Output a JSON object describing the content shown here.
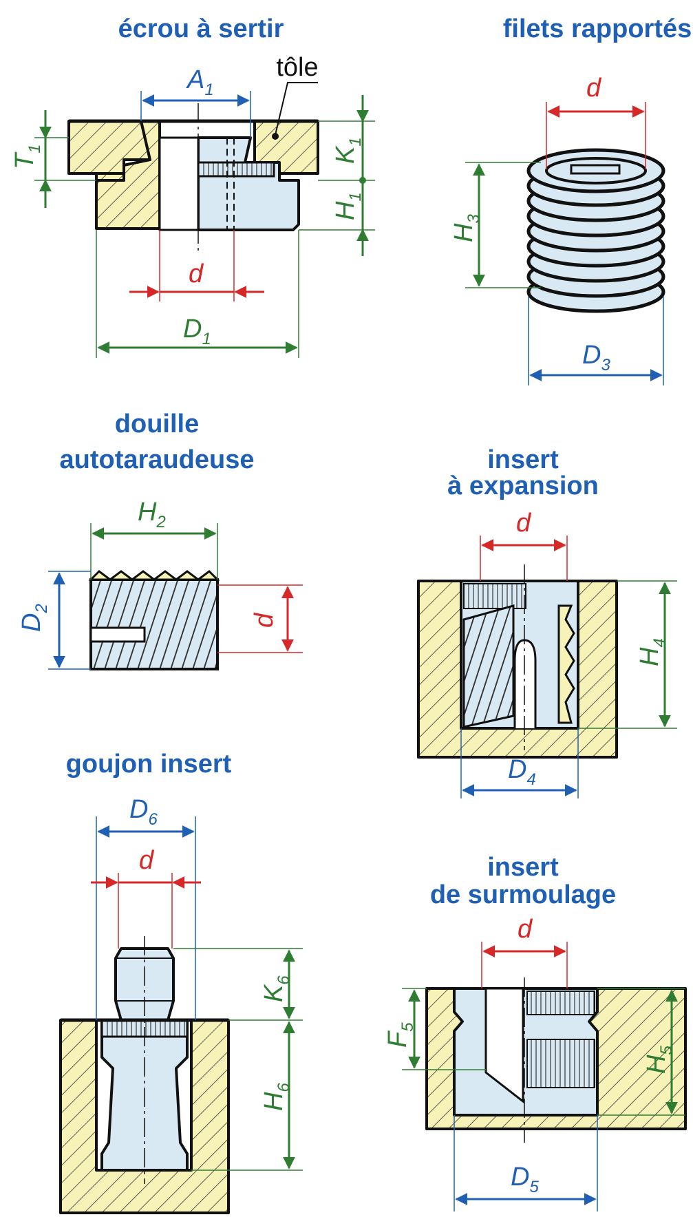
{
  "colors": {
    "title": "#1f5fb4",
    "green": "#2e7d32",
    "red": "#d62828",
    "blue": "#1f5fb4",
    "material": "#f7f3b8",
    "metal": "#d9e9f3"
  },
  "ecrou": {
    "title": "écrou à sertir",
    "tole": "tôle",
    "A": "A",
    "A_sub": "1",
    "T": "T",
    "T_sub": "1",
    "K": "K",
    "K_sub": "1",
    "H": "H",
    "H_sub": "1",
    "d": "d",
    "D": "D",
    "D_sub": "1"
  },
  "filets": {
    "title": "filets rapportés",
    "d": "d",
    "H": "H",
    "H_sub": "3",
    "D": "D",
    "D_sub": "3"
  },
  "douille": {
    "title_line1": "douille",
    "title_line2": "autotaraudeuse",
    "H": "H",
    "H_sub": "2",
    "D": "D",
    "D_sub": "2",
    "d": "d"
  },
  "expansion": {
    "title_line1": "insert",
    "title_line2": "à expansion",
    "d": "d",
    "H": "H",
    "H_sub": "4",
    "D": "D",
    "D_sub": "4"
  },
  "goujon": {
    "title": "goujon insert",
    "D": "D",
    "D_sub": "6",
    "d": "d",
    "K": "K",
    "K_sub": "6",
    "H": "H",
    "H_sub": "6"
  },
  "surmoulage": {
    "title_line1": "insert",
    "title_line2": "de surmoulage",
    "d": "d",
    "F": "F",
    "F_sub": "5",
    "H": "H",
    "H_sub": "5",
    "D": "D",
    "D_sub": "5"
  }
}
